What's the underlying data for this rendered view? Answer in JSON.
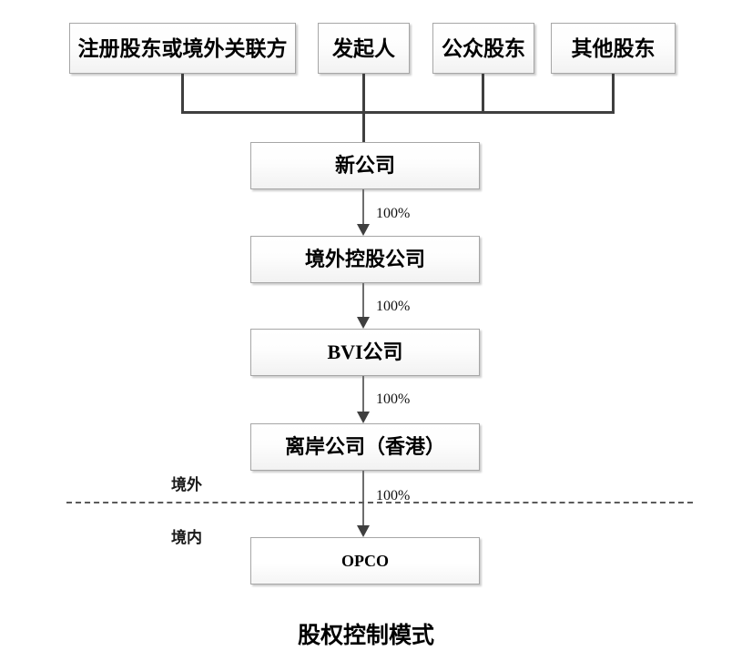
{
  "diagram": {
    "caption": "股权控制模式",
    "shareholders": [
      {
        "label": "注册股东或境外关联方"
      },
      {
        "label": "发起人"
      },
      {
        "label": "公众股东"
      },
      {
        "label": "其他股东"
      }
    ],
    "chain": [
      {
        "label": "新公司"
      },
      {
        "label": "境外控股公司"
      },
      {
        "label": "BVI公司"
      },
      {
        "label": "离岸公司（香港）"
      },
      {
        "label": "OPCO"
      }
    ],
    "ownership_labels": [
      {
        "value": "100%"
      },
      {
        "value": "100%"
      },
      {
        "value": "100%"
      },
      {
        "value": "100%"
      }
    ],
    "regions": {
      "offshore": "境外",
      "onshore": "境内"
    },
    "colors": {
      "box_border": "#a6a6a6",
      "connector": "#3f3f3f",
      "arrow_stem": "#6d6d6d",
      "divider": "#5a5a5a",
      "text": "#000000"
    }
  }
}
